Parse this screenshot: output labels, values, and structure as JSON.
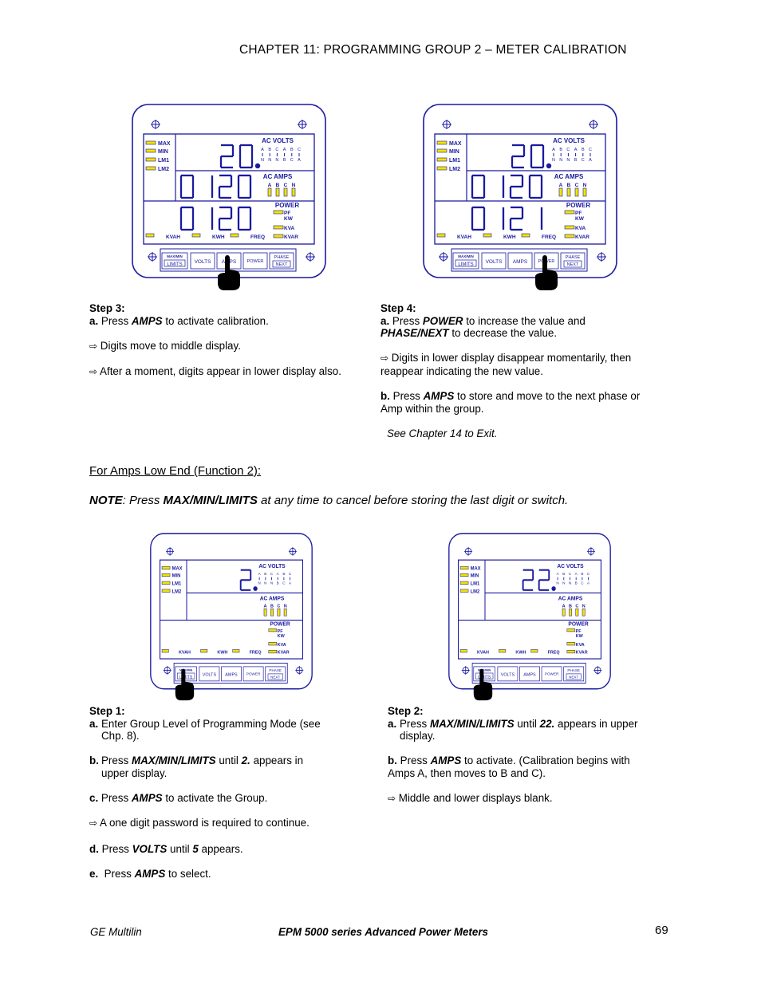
{
  "header": {
    "chapter_title": "CHAPTER 11: PROGRAMMING GROUP 2 – METER CALIBRATION"
  },
  "meter_labels": {
    "max": "MAX",
    "min": "MIN",
    "lm1": "LM1",
    "lm2": "LM2",
    "ac_volts": "AC VOLTS",
    "volts_top": "A B C A B C",
    "volts_bottom": "N N N B C A",
    "ac_amps": "AC AMPS",
    "amps_phases": "A B C N",
    "power": "POWER",
    "pf": "PF",
    "kw": "KW",
    "kva": "KVA",
    "kvar": "KVAR",
    "kvah": "KVAH",
    "kwh": "KWH",
    "freq": "FREQ",
    "btn_maxmin": "MAX/MIN",
    "btn_limits": "LIMITS",
    "btn_volts": "VOLTS",
    "btn_amps": "AMPS",
    "btn_power": "POWER",
    "btn_phase": "PHASE",
    "btn_next": "NEXT"
  },
  "meters": [
    {
      "id": "step3",
      "upper": "20.",
      "middle": "0120",
      "lower": "0120",
      "pressed": "amps"
    },
    {
      "id": "step4",
      "upper": "20.",
      "middle": "0120",
      "lower": "0121",
      "pressed": "power"
    },
    {
      "id": "step1",
      "upper": "2.",
      "middle": "",
      "lower": "",
      "pressed": "maxmin"
    },
    {
      "id": "step2",
      "upper": "22.",
      "middle": "",
      "lower": "",
      "pressed": "maxmin"
    }
  ],
  "step3": {
    "title": "Step 3:",
    "a_label": "a.",
    "a_press": "Press",
    "a_key": "AMPS",
    "a_rest": "to activate calibration.",
    "arrow1": "Digits move to middle display.",
    "arrow2": "After a moment, digits appear in lower display also."
  },
  "step4": {
    "title": "Step 4:",
    "a_label": "a.",
    "a_press": "Press",
    "a_key": "POWER",
    "a_mid": "to increase the value and",
    "a_key2": "PHASE/NEXT",
    "a_rest": "to decrease the value.",
    "arrow1": "Digits in lower display disappear momentarily, then reappear indicating the new value.",
    "b_label": "b.",
    "b_press": "Press",
    "b_key": "AMPS",
    "b_rest": "to store and move to the next phase or Amp within the group.",
    "see": "See Chapter 14 to Exit."
  },
  "section": {
    "subheading": "For Amps Low End (Function 2):",
    "note_label": "NOTE",
    "note_press": ": Press",
    "note_key": "MAX/MIN/LIMITS",
    "note_rest": "at any time to cancel before storing the last digit or switch."
  },
  "step1": {
    "title": "Step 1:",
    "a_label": "a.",
    "a_text": "Enter Group Level of Programming Mode (see Chp. 8).",
    "b_label": "b.",
    "b_press": "Press",
    "b_key": "MAX/MIN/LIMITS",
    "b_until": "until",
    "b_val": "2.",
    "b_rest": "appears in upper display.",
    "c_label": "c.",
    "c_press": "Press",
    "c_key": "AMPS",
    "c_rest": "to activate the Group.",
    "arrow": "A one digit password is required to continue.",
    "d_label": "d.",
    "d_press": "Press",
    "d_key": "VOLTS",
    "d_until": "until",
    "d_val": "5",
    "d_rest": "appears.",
    "e_label": "e.",
    "e_press": "Press",
    "e_key": "AMPS",
    "e_rest": "to select."
  },
  "step2": {
    "title": "Step 2:",
    "a_label": "a.",
    "a_press": "Press",
    "a_key": "MAX/MIN/LIMITS",
    "a_until": "until",
    "a_val": "22.",
    "a_rest": "appears in upper display.",
    "b_label": "b.",
    "b_press": "Press",
    "b_key": "AMPS",
    "b_rest": "to activate. (Calibration begins with Amps A, then moves to B and C).",
    "arrow": "Middle and lower displays blank."
  },
  "footer": {
    "company": "GE Multilin",
    "product": "EPM 5000 series Advanced Power Meters",
    "page": "69"
  },
  "colors": {
    "meter_blue": "#1a1aa0",
    "led_yellow": "#f2e400"
  }
}
